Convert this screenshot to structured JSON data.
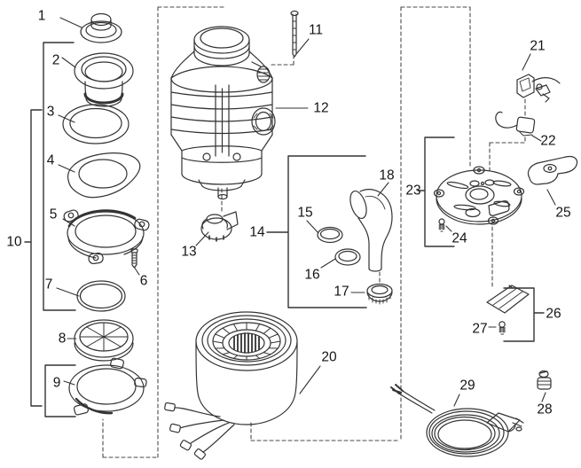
{
  "colors": {
    "bg-color": "#ffffff",
    "line-color": "#333333",
    "dash-color": "#4a4a4a",
    "label-color": "#141414"
  },
  "callouts": {
    "c1": "1",
    "c2": "2",
    "c3": "3",
    "c4": "4",
    "c5": "5",
    "c6": "6",
    "c7": "7",
    "c8": "8",
    "c9": "9",
    "c10": "10",
    "c11": "11",
    "c12": "12",
    "c13": "13",
    "c14": "14",
    "c15": "15",
    "c16": "16",
    "c17": "17",
    "c18": "18",
    "c20": "20",
    "c21": "21",
    "c22": "22",
    "c23": "23",
    "c24": "24",
    "c25": "25",
    "c26": "26",
    "c27": "27",
    "c28": "28",
    "c29": "29"
  }
}
